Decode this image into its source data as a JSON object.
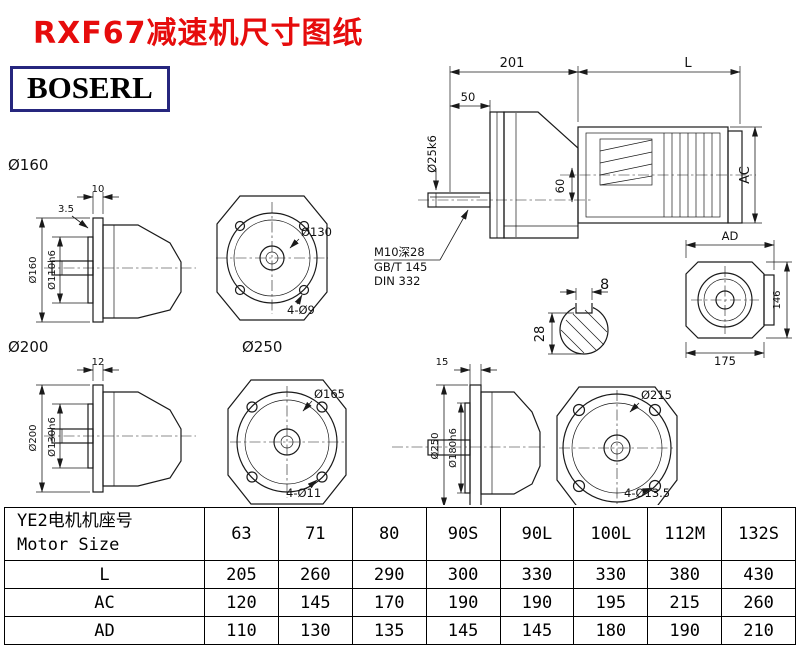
{
  "colors": {
    "title": "#e60c0c",
    "logo_border": "#26267e",
    "line": "#1a1a1a"
  },
  "page": {
    "title": "RXF67减速机尺寸图纸",
    "brand": "BOSERL"
  },
  "assembly": {
    "dim_201": "201",
    "dim_l": "L",
    "dim_50": "50",
    "shaft_dia": "Ø25k6",
    "dim_60": "60",
    "dim_ac": "AC",
    "note_thread": "M10深28",
    "note_gb": "GB/T 145",
    "note_din": "DIN 332",
    "key_width": "8",
    "key_depth": "28",
    "dim_ad": "AD",
    "dim_146": "146",
    "dim_175": "175"
  },
  "flange160": {
    "label": "Ø160",
    "thickness": "10",
    "step": "3.5",
    "dia_flange": "Ø160",
    "dia_spigot": "Ø110h6",
    "dia_bolt_circle": "Ø130",
    "holes": "4-Ø9"
  },
  "flange200": {
    "label": "Ø200",
    "thickness": "12",
    "dia_flange": "Ø200",
    "dia_spigot": "Ø130h6",
    "dia_bolt_circle": "Ø165",
    "holes": "4-Ø11"
  },
  "flange250": {
    "label": "Ø250",
    "thickness": "15",
    "dia_flange": "Ø250",
    "dia_spigot": "Ø180h6",
    "dia_bolt_circle": "Ø215",
    "holes": "4-Ø13.5"
  },
  "table": {
    "header_line1": "YE2电机机座号",
    "header_line2": "Motor Size",
    "sizes": [
      "63",
      "71",
      "80",
      "90S",
      "90L",
      "100L",
      "112M",
      "132S"
    ],
    "rows": [
      {
        "label": "L",
        "values": [
          "205",
          "260",
          "290",
          "300",
          "330",
          "330",
          "380",
          "430"
        ]
      },
      {
        "label": "AC",
        "values": [
          "120",
          "145",
          "170",
          "190",
          "190",
          "195",
          "215",
          "260"
        ]
      },
      {
        "label": "AD",
        "values": [
          "110",
          "130",
          "135",
          "145",
          "145",
          "180",
          "190",
          "210"
        ]
      }
    ]
  }
}
